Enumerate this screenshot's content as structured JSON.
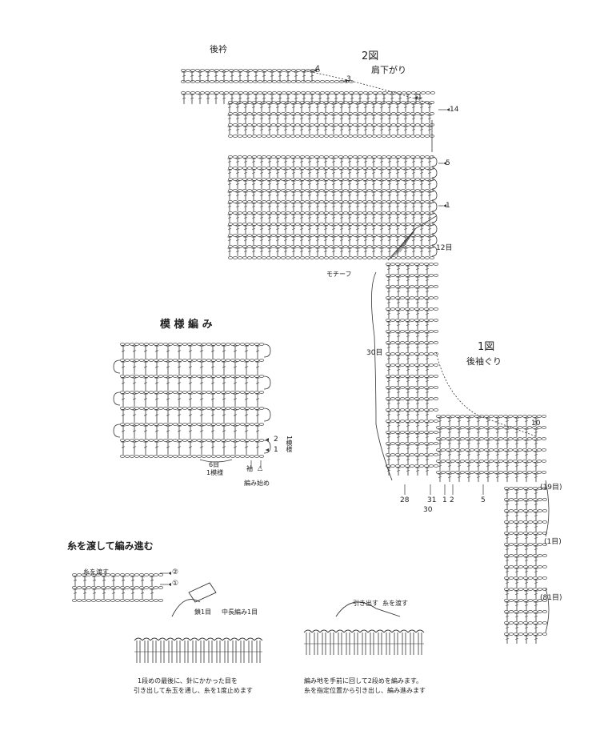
{
  "figure2": {
    "neck_label": "後衿",
    "title": "2図",
    "subtitle": "肩下がり",
    "row_marks": [
      "4",
      "3",
      "1",
      "14",
      "5",
      "1"
    ],
    "motif_label": "モチーフ",
    "stitch_count": "12目"
  },
  "figure1": {
    "title": "1図",
    "subtitle": "後袖ぐり",
    "count_label": "30目",
    "row_marks": [
      "10",
      "(19目)",
      "(1目)",
      "(81目)"
    ],
    "bottom_numbers": [
      "28",
      "31",
      "1",
      "2",
      "5"
    ],
    "bottom_number_30": "30"
  },
  "pattern": {
    "title": "模 様 編 み",
    "row_2": "2",
    "row_1": "1",
    "repeat_side": "1模様",
    "repeat_bottom_count": "6目",
    "repeat_bottom_label": "1模様",
    "edge_label": "袖",
    "start_label": "編み始め",
    "start_mark": "△"
  },
  "technique": {
    "title": "糸を渡して編み進む",
    "pass_yarn": "糸を渡す",
    "row_2_mark": "②",
    "row_1_mark": "①",
    "stitch_1": "鎖1目",
    "hdc_1": "中長編み1目",
    "pull_out": "引き出す",
    "pass_yarn_2": "糸を渡す",
    "caption_left_1": "1段めの最後に、針にかかった目を",
    "caption_left_2": "引き出して糸玉を通し、糸を1度止めます",
    "caption_right_1": "編み地を手前に回して2段めを編みます。",
    "caption_right_2": "糸を指定位置から引き出し、編み進みます"
  }
}
